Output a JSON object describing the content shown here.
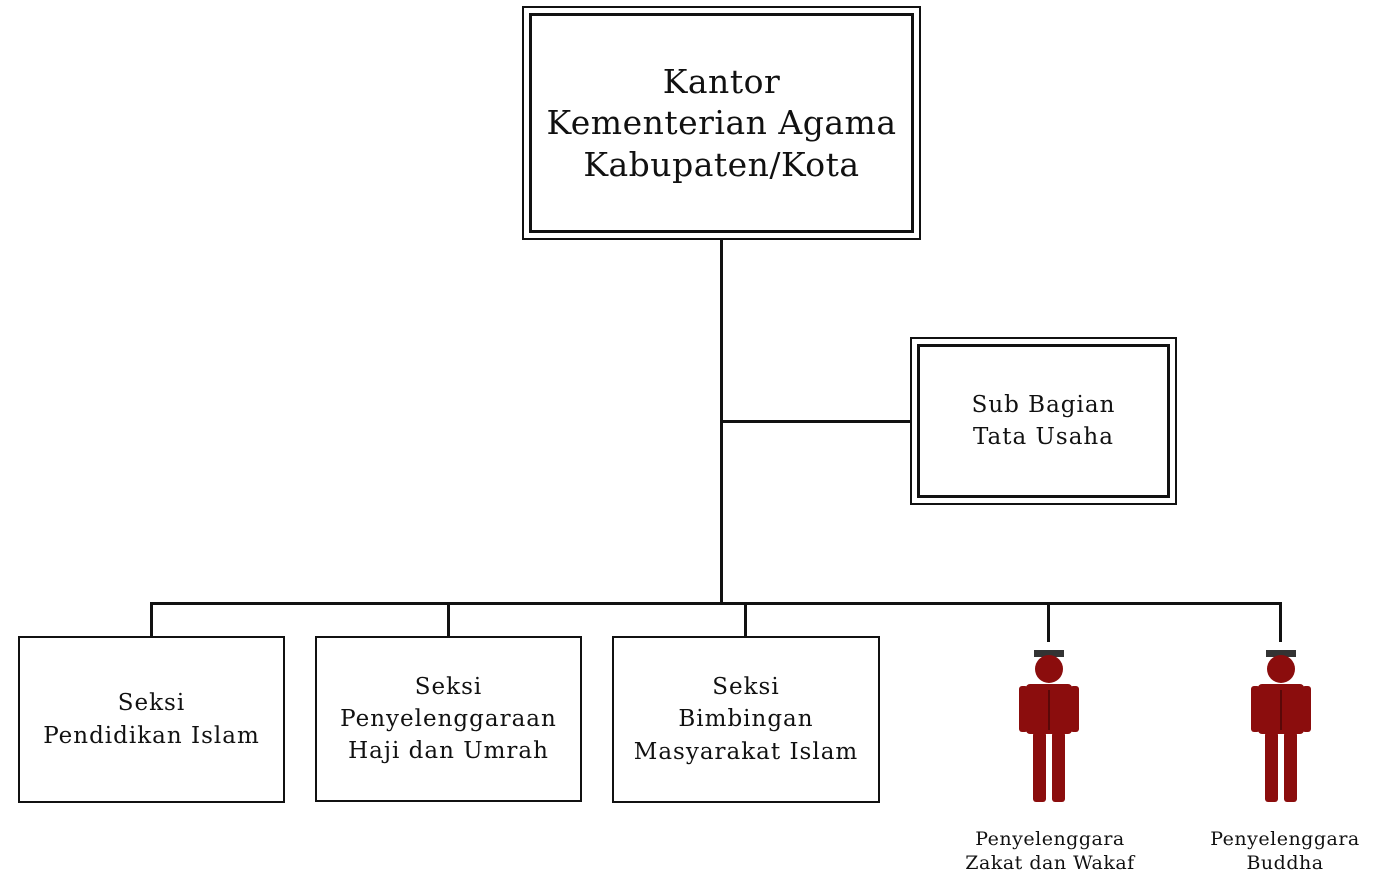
{
  "root": {
    "lines": [
      "Kantor",
      "Kementerian Agama",
      "Kabupaten/Kota"
    ]
  },
  "staff": {
    "lines": [
      "Sub Bagian",
      "Tata Usaha"
    ]
  },
  "sections": [
    {
      "lines": [
        "Seksi",
        "Pendidikan Islam"
      ]
    },
    {
      "lines": [
        "Seksi",
        "Penyelenggaraan",
        "Haji dan Umrah"
      ]
    },
    {
      "lines": [
        "Seksi",
        "Bimbingan",
        "Masyarakat Islam"
      ]
    }
  ],
  "officers": [
    {
      "lines": [
        "Penyelenggara",
        "Zakat dan Wakaf"
      ],
      "icon": "person-icon",
      "color": "#8b0d0d"
    },
    {
      "lines": [
        "Penyelenggara",
        "Buddha"
      ],
      "icon": "person-icon",
      "color": "#8b0d0d"
    }
  ]
}
